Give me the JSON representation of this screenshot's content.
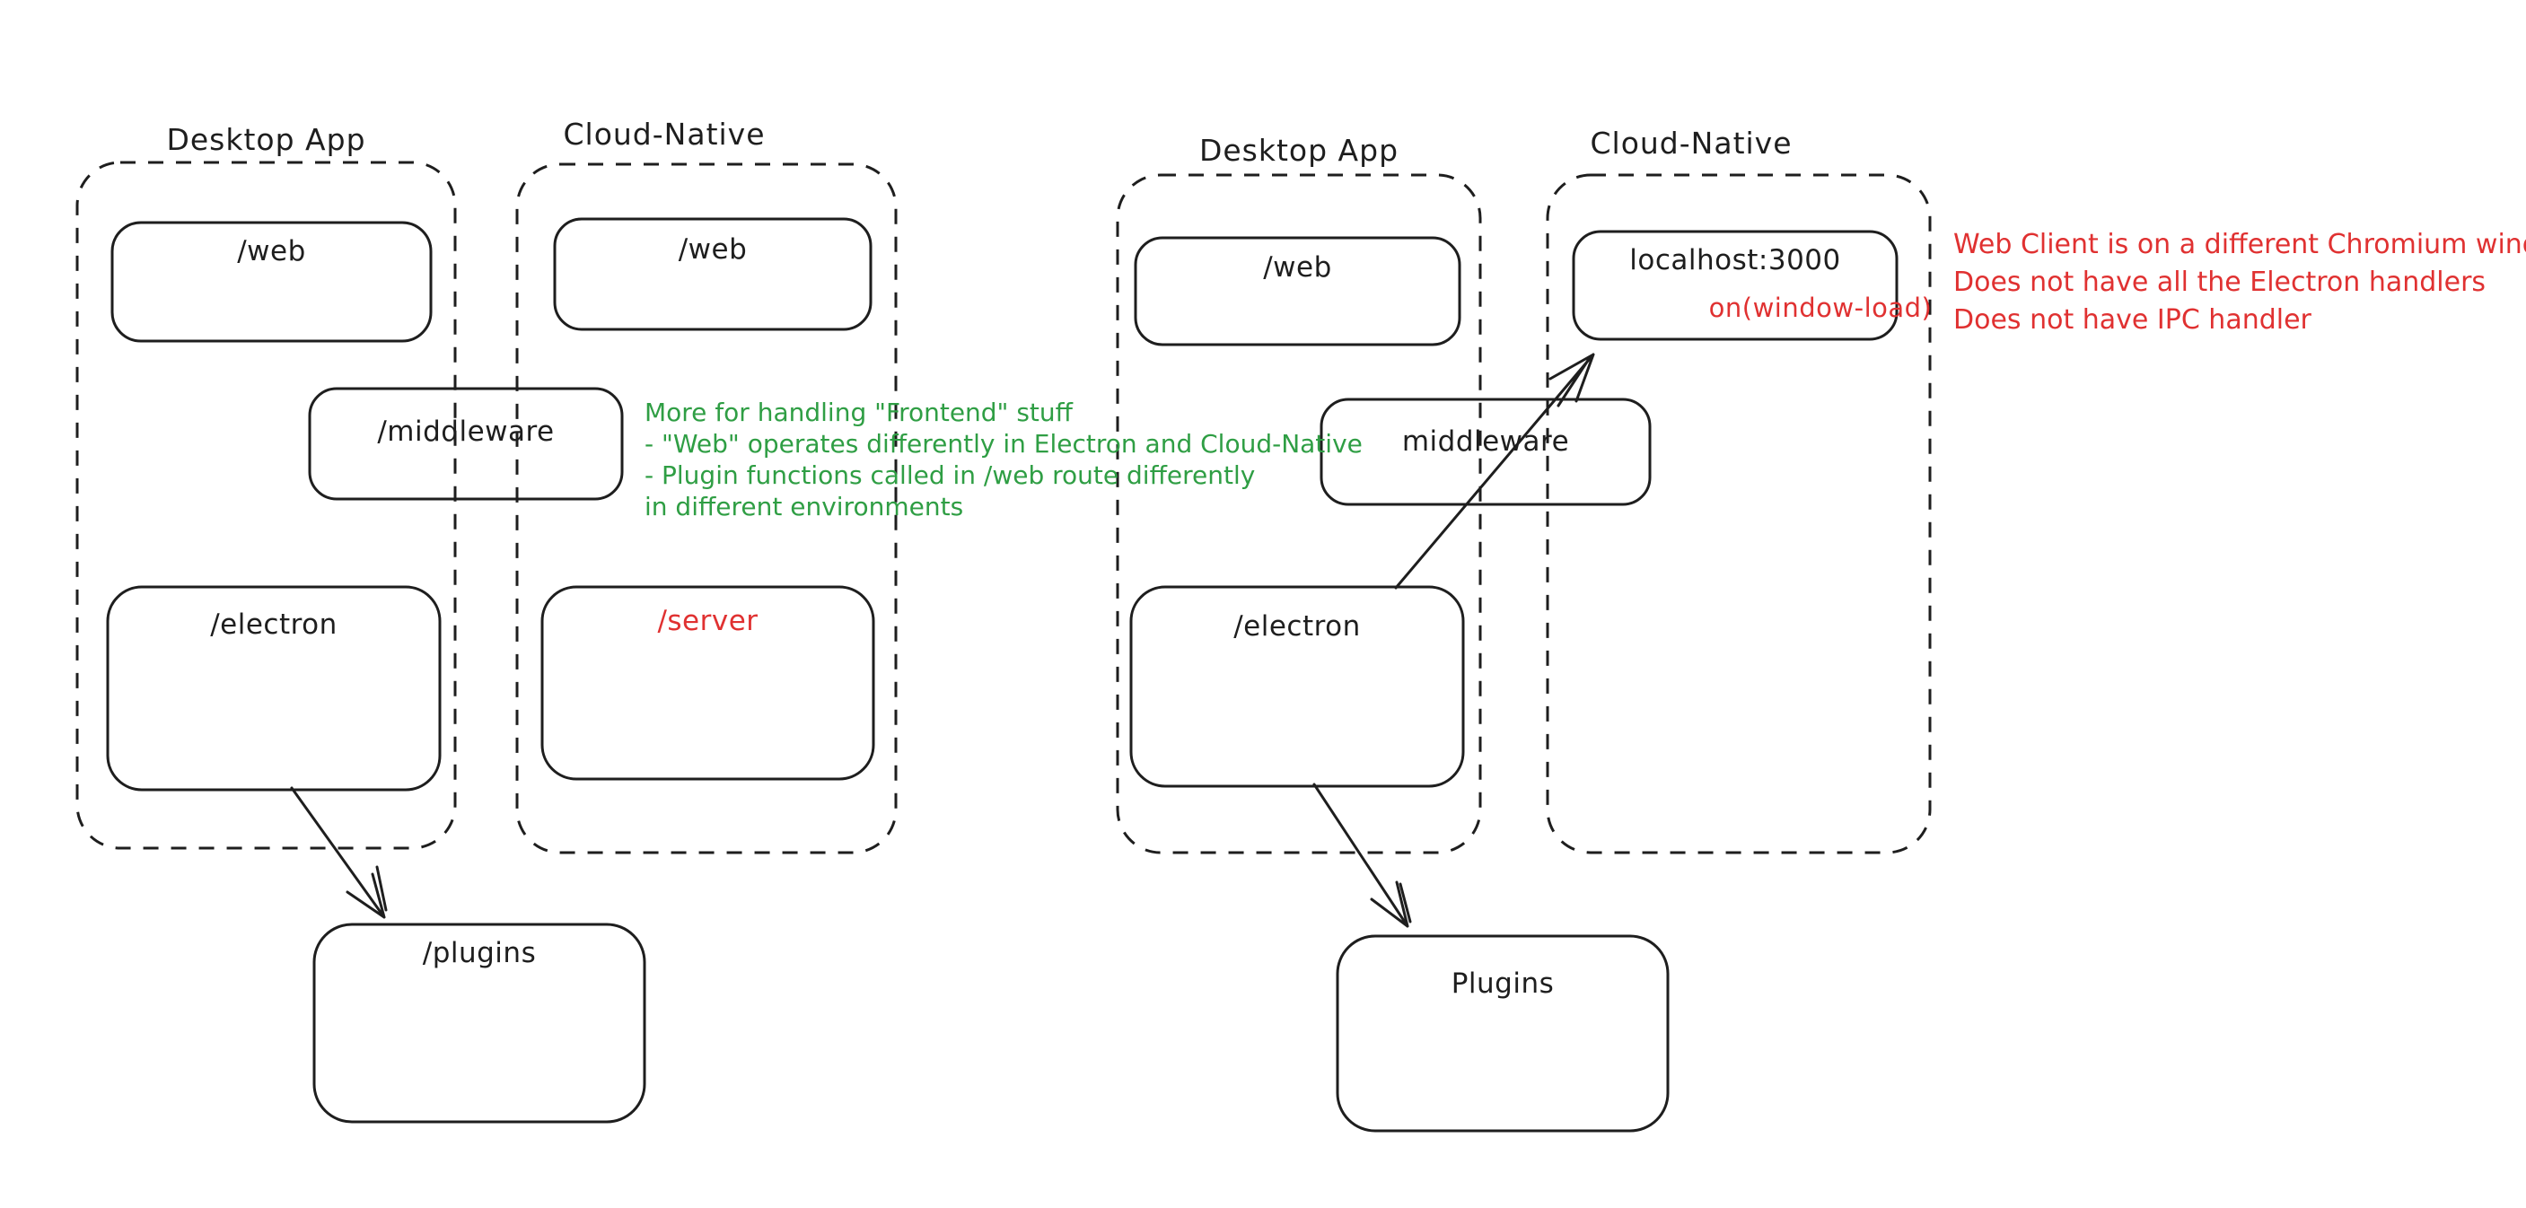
{
  "colors": {
    "stroke": "#1e1e1e",
    "red": "#e03131",
    "green": "#2f9e44",
    "background": "#ffffff"
  },
  "left": {
    "desktop_app_label": "Desktop App",
    "cloud_native_label": "Cloud-Native",
    "web_desktop": "/web",
    "web_cloud": "/web",
    "middleware": "/middleware",
    "electron": "/electron",
    "server": "/server",
    "plugins": "/plugins",
    "annotation_lines": [
      "More for handling \"Frontend\" stuff",
      "- \"Web\" operates differently in Electron and Cloud-Native",
      "- Plugin functions called in /web route differently",
      "in different environments"
    ]
  },
  "right": {
    "desktop_app_label": "Desktop App",
    "cloud_native_label": "Cloud-Native",
    "web": "/web",
    "middleware": "middleware",
    "electron": "/electron",
    "localhost_title": "localhost:3000",
    "localhost_event": "on(window-load)",
    "plugins": "Plugins",
    "annotation_lines": [
      "Web Client is on a different Chromium window",
      "Does not have all the Electron handlers",
      "Does not have IPC handler"
    ]
  }
}
